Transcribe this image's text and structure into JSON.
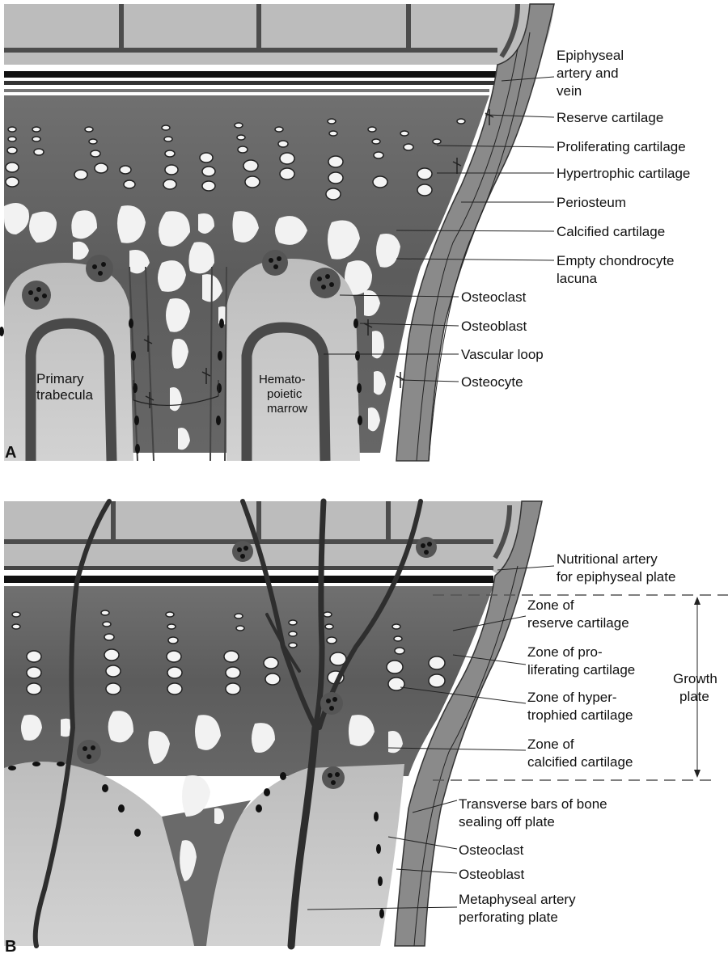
{
  "panel_a": {
    "letter": "A",
    "labels": {
      "epiphyseal_artery": [
        "Epiphyseal",
        "artery and",
        "vein"
      ],
      "reserve_cartilage": "Reserve cartilage",
      "proliferating_cartilage": "Proliferating cartilage",
      "hypertrophic_cartilage": "Hypertrophic cartilage",
      "periosteum": "Periosteum",
      "calcified_cartilage": "Calcified cartilage",
      "empty_lacuna": [
        "Empty chondrocyte",
        "lacuna"
      ],
      "osteoclast": "Osteoclast",
      "osteoblast": "Osteoblast",
      "vascular_loop": "Vascular loop",
      "osteocyte": "Osteocyte",
      "primary_trabecula": [
        "Primary",
        "trabecula"
      ],
      "hematopoietic_marrow": [
        "Hemato-",
        "poietic",
        "marrow"
      ]
    }
  },
  "panel_b": {
    "letter": "B",
    "labels": {
      "nutritional_artery": [
        "Nutritional artery",
        "for epiphyseal plate"
      ],
      "zone_reserve": [
        "Zone of",
        "reserve cartilage"
      ],
      "zone_proliferating": [
        "Zone of pro-",
        "liferating cartilage"
      ],
      "zone_hypertrophied": [
        "Zone of hyper-",
        "trophied cartilage"
      ],
      "zone_calcified": [
        "Zone of",
        "calcified cartilage"
      ],
      "growth_plate": [
        "Growth",
        "plate"
      ],
      "transverse_bars": [
        "Transverse bars of bone",
        "sealing off plate"
      ],
      "osteoclast": "Osteoclast",
      "osteoblast": "Osteoblast",
      "metaphyseal_artery": [
        "Metaphyseal artery",
        "perforating plate"
      ]
    }
  },
  "colors": {
    "cartilage_dark": "#5f5f5f",
    "cartilage_mid": "#7a7a7a",
    "marrow": "#c9c9c9",
    "bone": "#4a4a4a",
    "vessel": "#2e2e2e",
    "background_panel": "#d6d6d6"
  }
}
